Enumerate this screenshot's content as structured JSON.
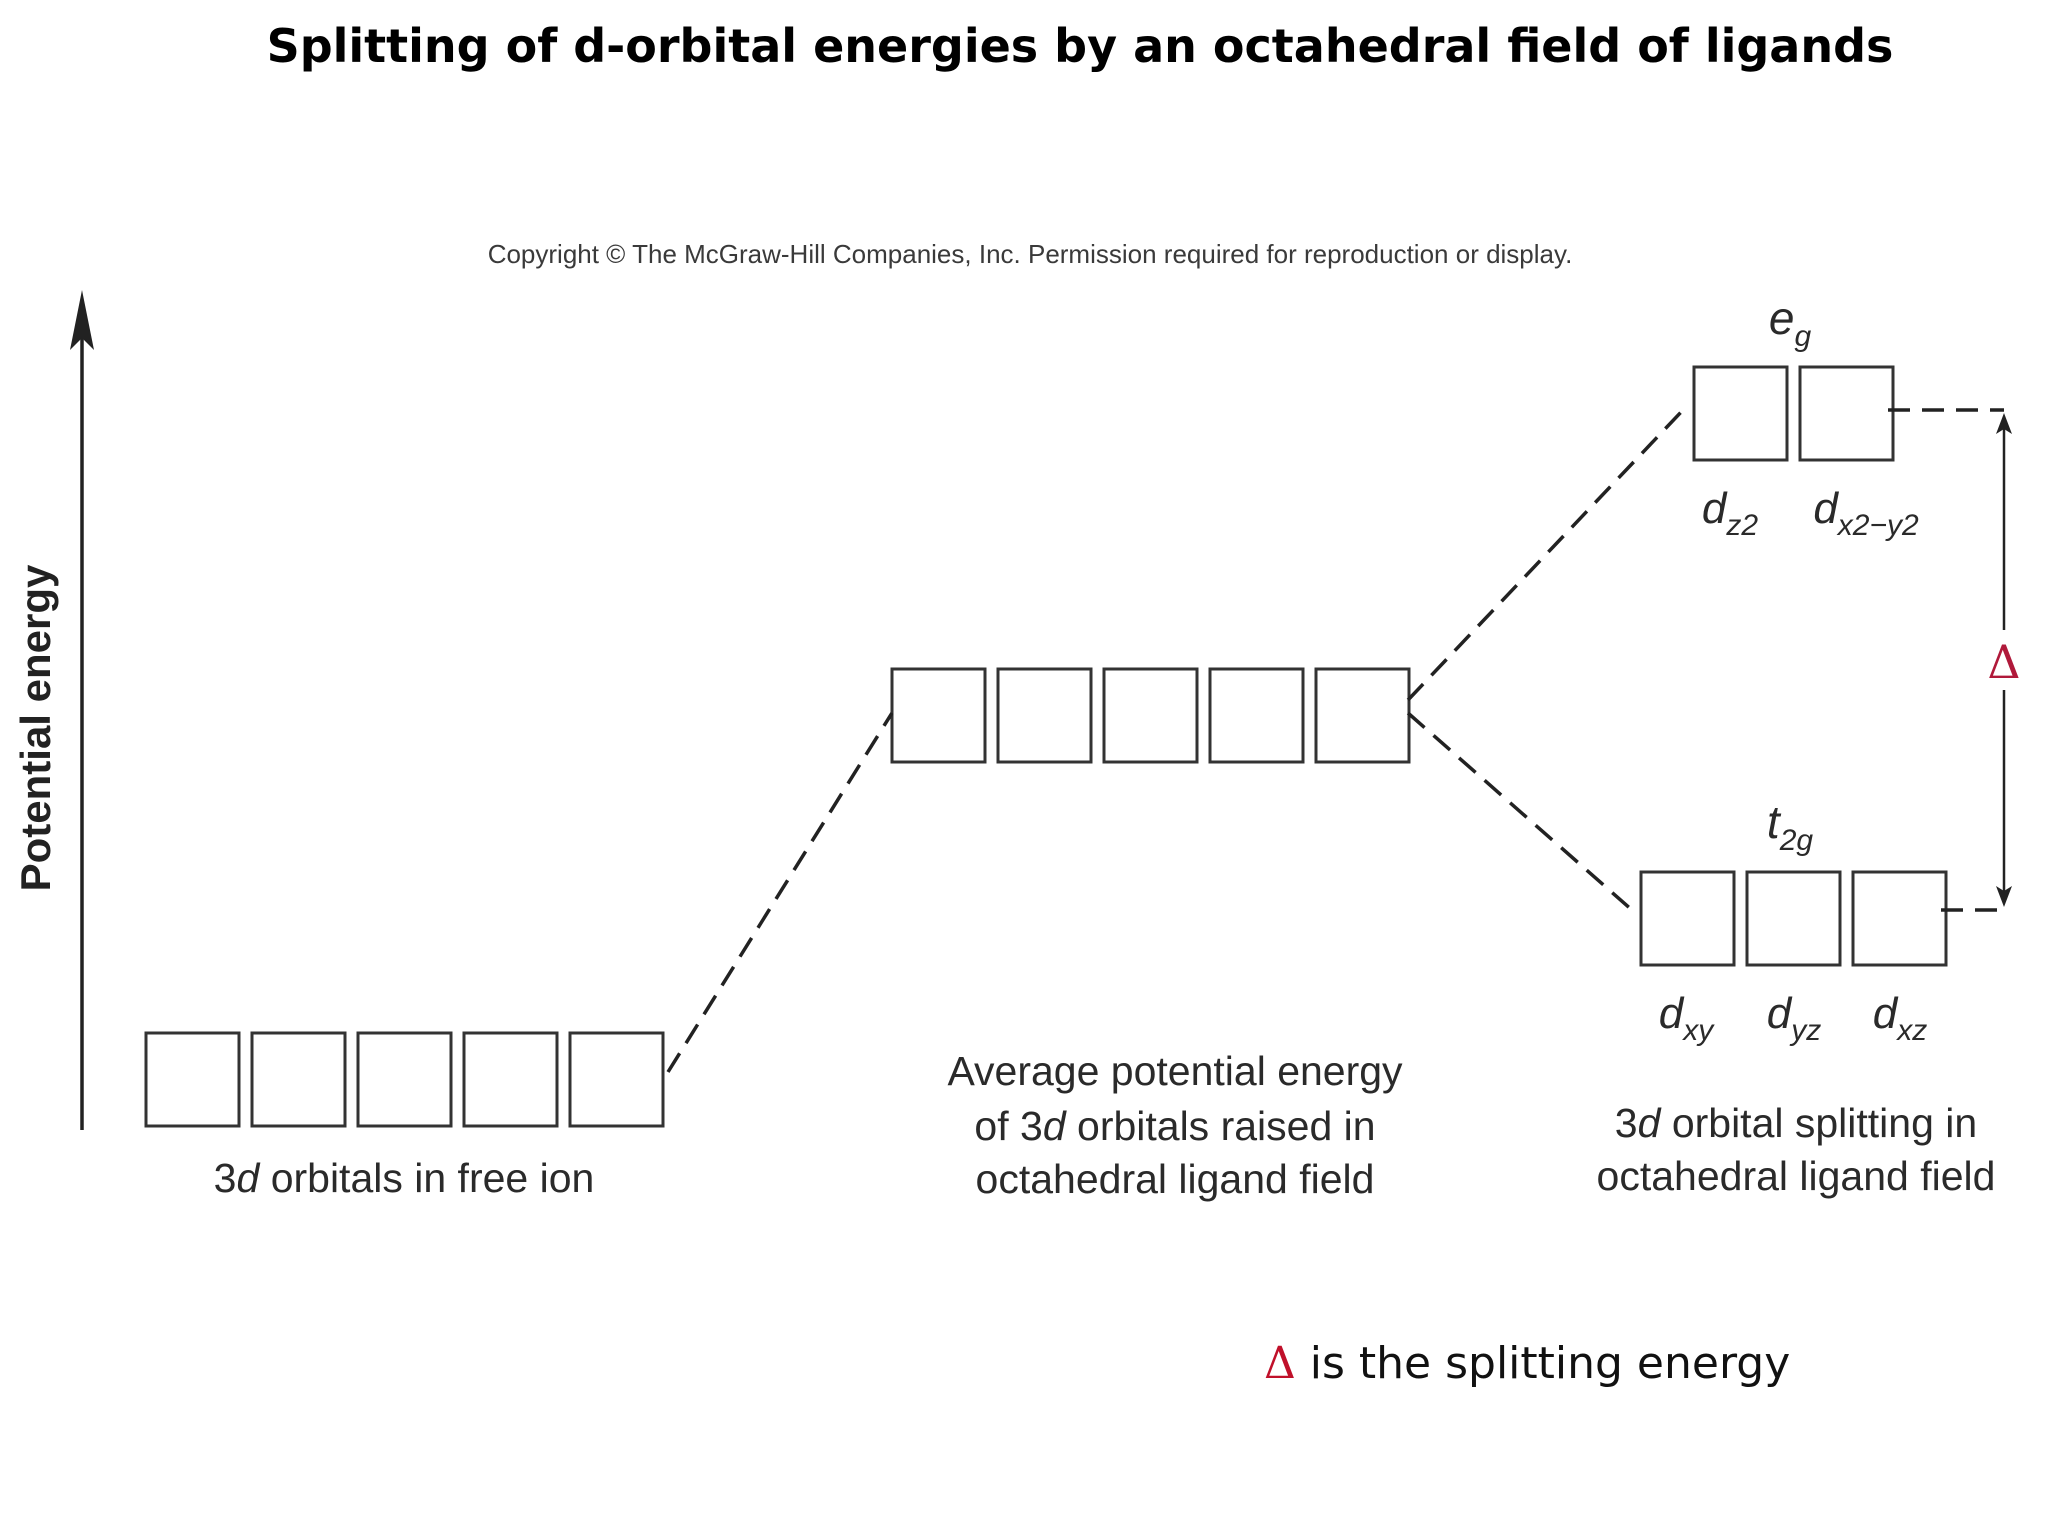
{
  "title": "Splitting of d-orbital energies by an octahedral field of ligands",
  "copyright": "Copyright © The McGraw-Hill Companies, Inc. Permission required for reproduction or display.",
  "axis_label": "Potential energy",
  "free_ion": {
    "orbital_count": 5,
    "caption_prefix": "3",
    "caption_italic": "d",
    "caption_suffix": " orbitals in free ion"
  },
  "average": {
    "orbital_count": 5,
    "caption_line1": "Average potential energy",
    "caption_line2_prefix": "of 3",
    "caption_line2_italic": "d",
    "caption_line2_suffix": " orbitals raised in",
    "caption_line3": "octahedral ligand field"
  },
  "eg": {
    "group_main": "e",
    "group_sub": "g",
    "orbitals": [
      {
        "main": "d",
        "sub": "z2"
      },
      {
        "main": "d",
        "sub": "x2−y2"
      }
    ]
  },
  "t2g": {
    "group_main": "t",
    "group_sub": "2g",
    "orbitals": [
      {
        "main": "d",
        "sub": "xy"
      },
      {
        "main": "d",
        "sub": "yz"
      },
      {
        "main": "d",
        "sub": "xz"
      }
    ]
  },
  "split": {
    "caption_line1_prefix": "3",
    "caption_line1_italic": "d",
    "caption_line1_suffix": " orbital splitting in",
    "caption_line2": "octahedral ligand field"
  },
  "delta_symbol": "Δ",
  "footnote": {
    "symbol": "Δ",
    "text": " is the splitting energy"
  },
  "colors": {
    "delta": "#b0193a",
    "line": "#222222",
    "box_stroke": "#333333"
  }
}
